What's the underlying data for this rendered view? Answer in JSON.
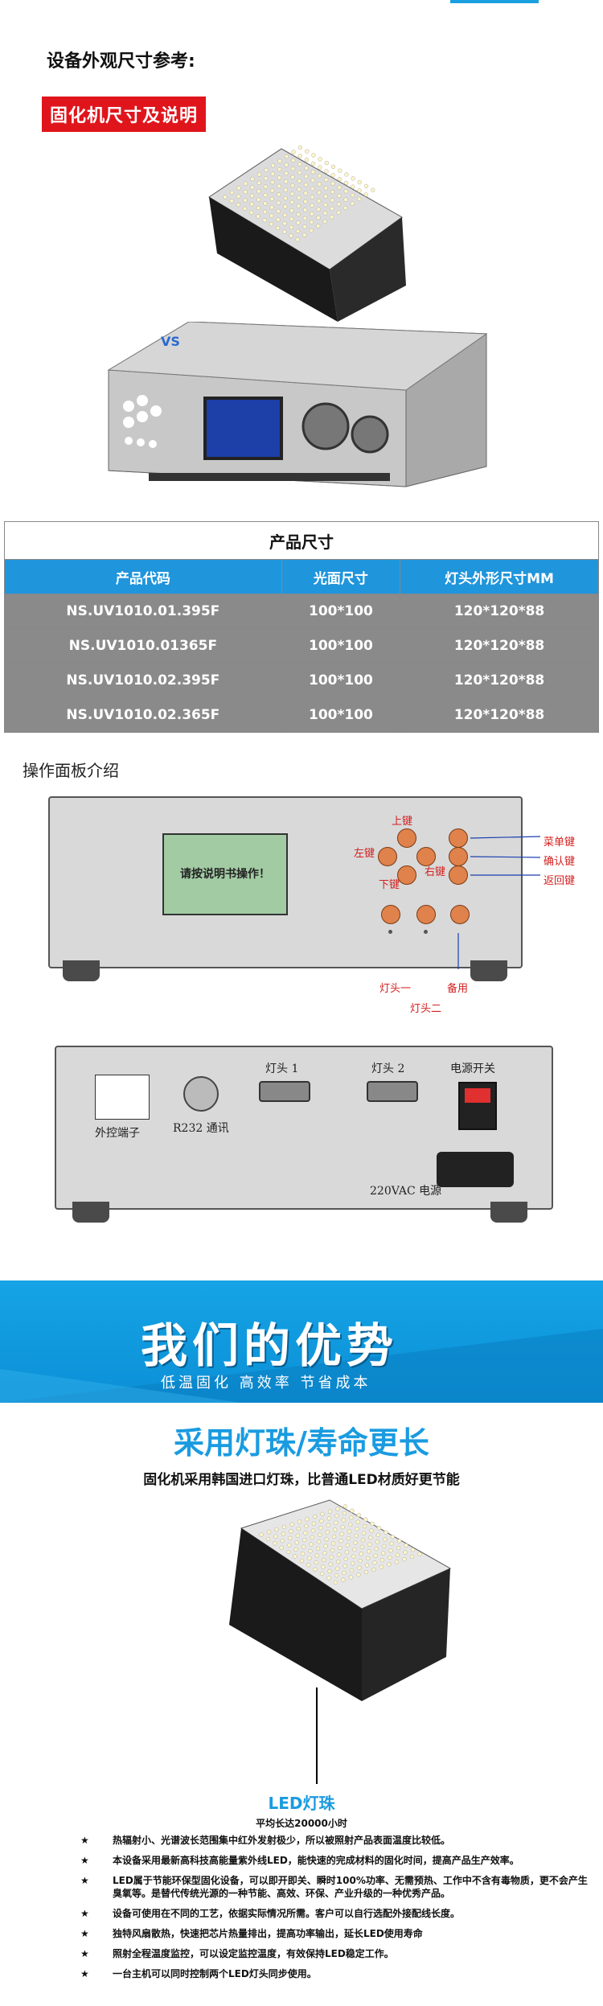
{
  "section_title": "设备外观尺寸参考:",
  "badge": "固化机尺寸及说明",
  "machine_logo": "VS",
  "table": {
    "caption": "产品尺寸",
    "headers": [
      "产品代码",
      "光面尺寸",
      "灯头外形尺寸MM"
    ],
    "rows": [
      [
        "NS.UV1010.01.395F",
        "100*100",
        "120*120*88"
      ],
      [
        "NS.UV1010.01365F",
        "100*100",
        "120*120*88"
      ],
      [
        "NS.UV1010.02.395F",
        "100*100",
        "120*120*88"
      ],
      [
        "NS.UV1010.02.365F",
        "100*100",
        "120*120*88"
      ]
    ]
  },
  "op_title": "操作面板介绍",
  "front_panel": {
    "screen_text": "请按说明书操作！",
    "up": "上键",
    "left": "左键",
    "right": "右键",
    "down": "下键",
    "menu": "菜单键",
    "confirm": "确认键",
    "back": "返回键",
    "head1": "灯头一",
    "head2": "灯头二",
    "spare": "备用"
  },
  "rear_panel": {
    "ext_terminal": "外控端子",
    "r232": "R232 通讯",
    "lamp1": "灯头 1",
    "lamp2": "灯头 2",
    "power_switch": "电源开关",
    "power": "220VAC 电源"
  },
  "banner": {
    "title": "我们的优势",
    "sub": "低温固化  高效率  节省成本"
  },
  "adv_title": "采用灯珠/寿命更长",
  "adv_sub": "固化机采用韩国进口灯珠，比普通LED材质好更节能",
  "led_caption": "LED灯珠",
  "led_sub": "平均长达20000小时",
  "bullets": [
    "热辐射小、光谱波长范围集中红外发射极少，所以被照射产品表面温度比较低。",
    "本设备采用最新高科技高能量紫外线LED，能快速的完成材料的固化时间，提高产品生产效率。",
    "LED属于节能环保型固化设备，可以即开即关、瞬时100%功率、无需预热、工作中不含有毒物质，更不会产生臭氧等。是替代传统光源的一种节能、高效、环保、产业升级的一种优秀产品。",
    "设备可使用在不同的工艺，依据实际情况所需。客户可以自行选配外接配线长度。",
    "独特风扇散热，快速把芯片热量排出，提高功率输出，延长LED使用寿命",
    "照射全程温度监控，可以设定监控温度，有效保持LED稳定工作。",
    "一台主机可以同时控制两个LED灯头同步使用。"
  ],
  "colors": {
    "accent_blue": "#1a9be0",
    "badge_red": "#e0151c",
    "button_orange": "#e0824b",
    "table_gray": "#8a8a8a"
  }
}
